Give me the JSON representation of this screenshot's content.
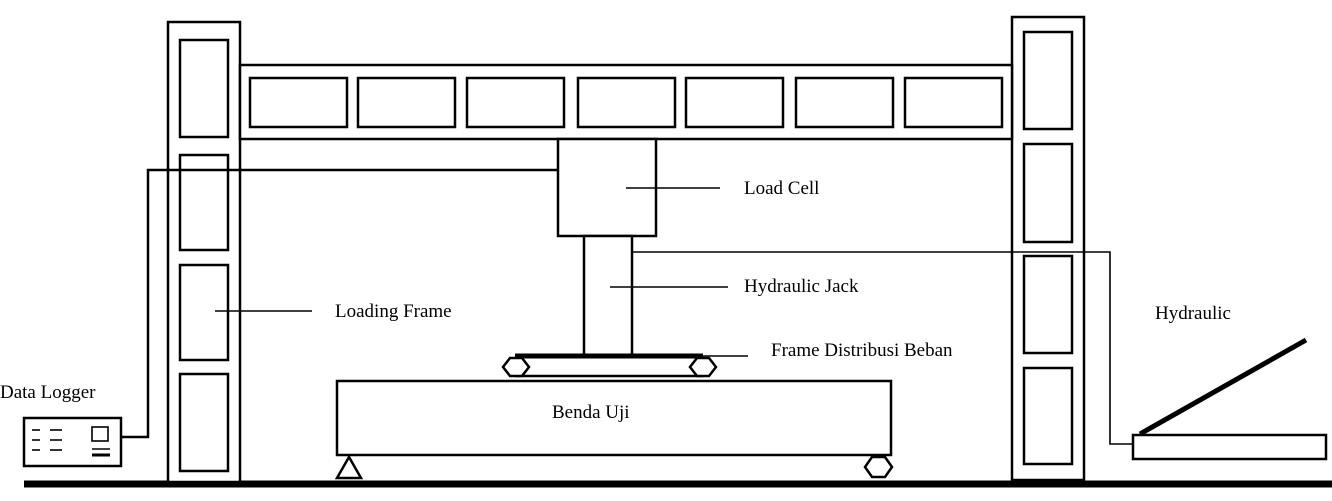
{
  "labels": {
    "load_cell": "Load Cell",
    "hydraulic_jack": "Hydraulic Jack",
    "loading_frame": "Loading Frame",
    "frame_distribusi_beban": "Frame Distribusi Beban",
    "hydraulic": "Hydraulic",
    "data_logger": "Data Logger",
    "benda_uji": "Benda Uji"
  }
}
